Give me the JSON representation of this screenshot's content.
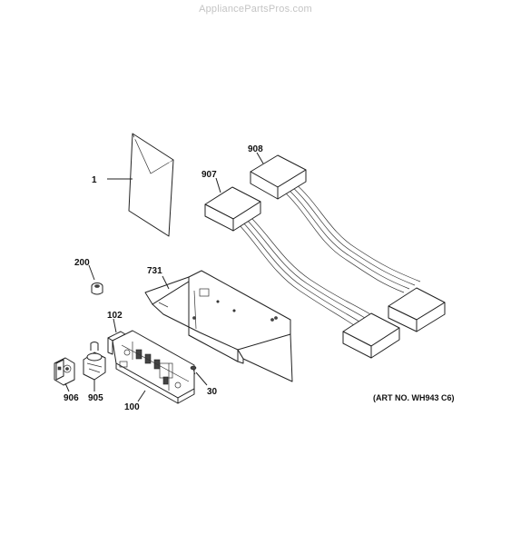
{
  "watermark": "AppliancePartsPros.com",
  "art_number": "(ART NO. WH943 C6)",
  "callouts": {
    "p1": "1",
    "p907": "907",
    "p908": "908",
    "p200": "200",
    "p731": "731",
    "p102": "102",
    "p906": "906",
    "p905": "905",
    "p100": "100",
    "p30": "30"
  }
}
